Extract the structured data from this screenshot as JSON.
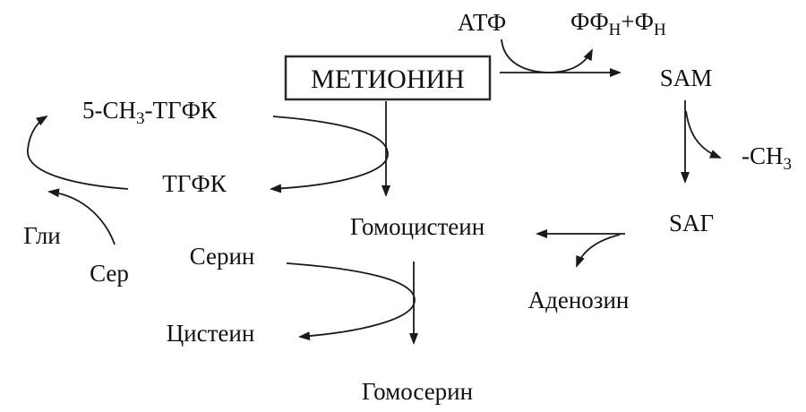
{
  "diagram": {
    "title_hint": "Methionine metabolism pathway (Russian biochemistry scheme)",
    "colors": {
      "background": "#ffffff",
      "ink": "#1a1a1a",
      "text": "#111111"
    },
    "nodes": {
      "methionine": "МЕТИОНИН",
      "atp": "АТФ",
      "pyrophosphate": {
        "part1": "ФФ",
        "sub1": "Н",
        "part2": "+Ф",
        "sub2": "Н"
      },
      "sam": "SAM",
      "methyl": {
        "part1": "-CH",
        "sub": "3"
      },
      "sag": "SAГ",
      "adenosine": "Аденозин",
      "homocysteine": "Гомоцистеин",
      "methyl_thf": {
        "part1": "5-CH",
        "sub": "3",
        "part2": "-ТГФК"
      },
      "thf": "ТГФК",
      "glycine": "Гли",
      "serine_short": "Сер",
      "serine": "Серин",
      "cysteine": "Цистеин",
      "homoserine": "Гомосерин"
    }
  }
}
